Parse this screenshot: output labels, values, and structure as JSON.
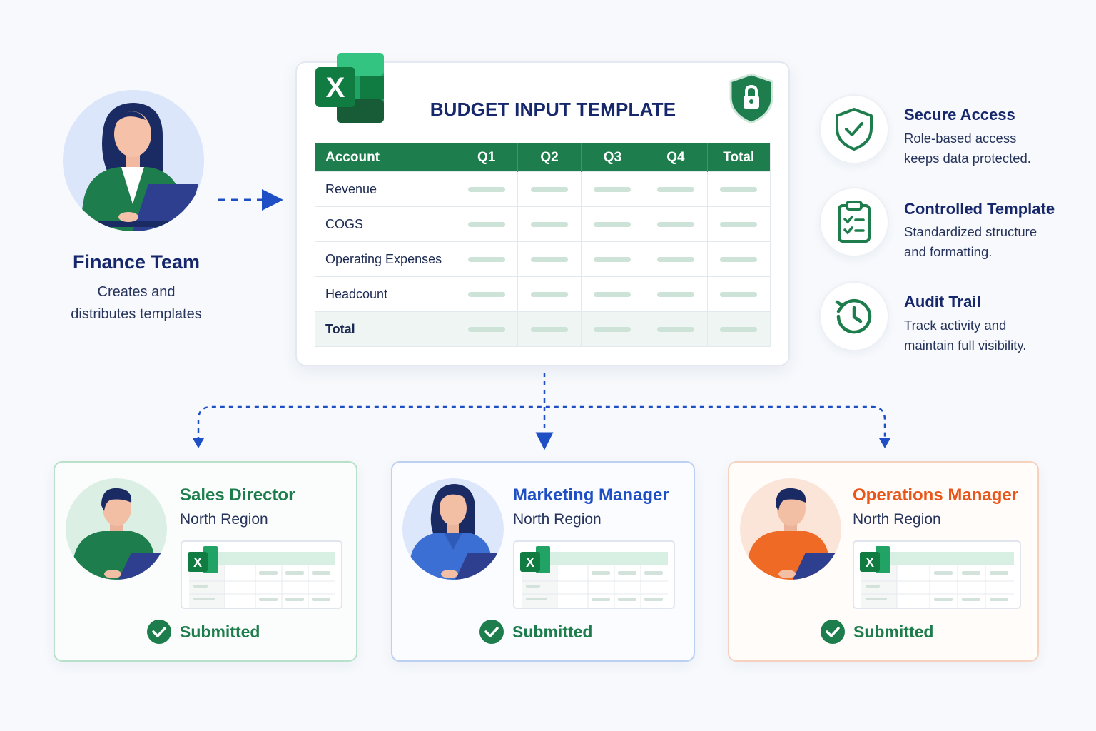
{
  "finance": {
    "title": "Finance Team",
    "desc_line1": "Creates and",
    "desc_line2": "distributes templates"
  },
  "template": {
    "title": "BUDGET INPUT TEMPLATE",
    "excel_letter": "X",
    "columns": [
      "Account",
      "Q1",
      "Q2",
      "Q3",
      "Q4",
      "Total"
    ],
    "rows": [
      "Revenue",
      "COGS",
      "Operating Expenses",
      "Headcount",
      "Total"
    ]
  },
  "features": [
    {
      "title": "Secure Access",
      "desc_line1": "Role-based access",
      "desc_line2": "keeps data protected.",
      "icon": "shield-check-icon"
    },
    {
      "title": "Controlled Template",
      "desc_line1": "Standardized structure",
      "desc_line2": "and formatting.",
      "icon": "clipboard-checklist-icon"
    },
    {
      "title": "Audit Trail",
      "desc_line1": "Track activity and",
      "desc_line2": "maintain full visibility.",
      "icon": "history-clock-icon"
    }
  ],
  "roles": [
    {
      "title": "Sales Director",
      "region": "North Region",
      "status": "Submitted",
      "excel_letter": "X",
      "accent": "#1e7d4c",
      "border": "#b9e0cb"
    },
    {
      "title": "Marketing Manager",
      "region": "North Region",
      "status": "Submitted",
      "excel_letter": "X",
      "accent": "#1f4fc4",
      "border": "#bcd0f2"
    },
    {
      "title": "Operations Manager",
      "region": "North Region",
      "status": "Submitted",
      "excel_letter": "X",
      "accent": "#e8561a",
      "border": "#f6d1bd"
    }
  ],
  "colors": {
    "excel_green": "#1e7d4c",
    "navy": "#16286b",
    "arrow_blue": "#1f4fc4"
  }
}
